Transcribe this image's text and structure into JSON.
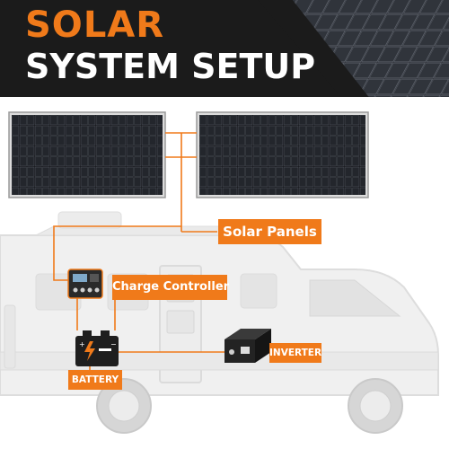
{
  "header": {
    "title_line1": "SOLAR",
    "title_line2": "SYSTEM SETUP"
  },
  "labels": {
    "solar_panels": "Solar Panels",
    "charge_controller": "Charge Controller",
    "battery": "BATTERY",
    "inverter": "INVERTER"
  },
  "colors": {
    "accent": "#f07a1a",
    "header_bg": "#1b1b1b",
    "title_secondary": "#ffffff"
  },
  "icons": {
    "battery": "battery-icon",
    "inverter": "inverter-icon",
    "controller": "charge-controller-icon",
    "panel": "solar-panel-icon"
  }
}
